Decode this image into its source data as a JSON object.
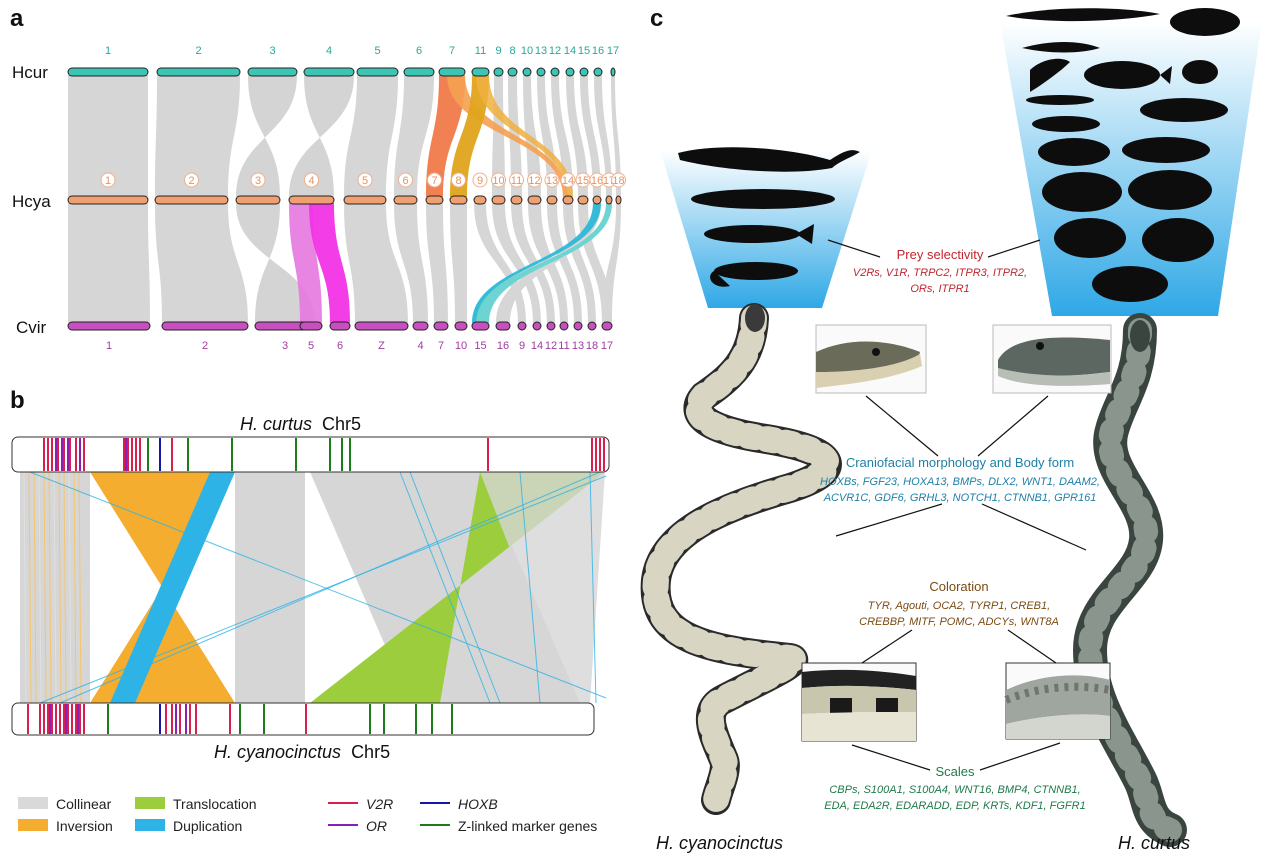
{
  "panel_a": {
    "label": "a",
    "genomes": [
      "Hcur",
      "Hcya",
      "Cvir"
    ],
    "hcur_chroms": [
      "1",
      "2",
      "3",
      "4",
      "5",
      "6",
      "7",
      "11",
      "9",
      "8",
      "10",
      "13",
      "12",
      "14",
      "15",
      "16",
      "17"
    ],
    "hcya_chroms": [
      "1",
      "2",
      "3",
      "4",
      "5",
      "6",
      "7",
      "8",
      "9",
      "10",
      "11",
      "12",
      "13",
      "14",
      "15",
      "16",
      "17",
      "18"
    ],
    "cvir_chroms": [
      "1",
      "2",
      "3",
      "5",
      "6",
      "Z",
      "4",
      "7",
      "10",
      "15",
      "16",
      "9",
      "14",
      "12",
      "11",
      "13",
      "18",
      "17"
    ]
  },
  "panel_b": {
    "label": "b",
    "top_title_species": "H. curtus",
    "top_title_chr": "Chr5",
    "bottom_title_species": "H. cyanocinctus",
    "bottom_title_chr": "Chr5",
    "legend": [
      {
        "label": "Collinear",
        "color": "#d9d9d9",
        "italic": false
      },
      {
        "label": "Inversion",
        "color": "#f5ad2f",
        "italic": false
      },
      {
        "label": "Translocation",
        "color": "#9ccd3c",
        "italic": false
      },
      {
        "label": "Duplication",
        "color": "#2eb3e6",
        "italic": false
      },
      {
        "label": "V2R",
        "color": "#d81f4e",
        "italic": true
      },
      {
        "label": "OR",
        "color": "#8a1fb5",
        "italic": true
      },
      {
        "label": "HOXB",
        "color": "#1616a8",
        "italic": true
      },
      {
        "label": "Z-linked marker genes",
        "color": "#1a7d1a",
        "italic": false
      }
    ]
  },
  "panel_c": {
    "label": "c",
    "prey": {
      "title": "Prey selectivity",
      "genes": [
        "V2Rs, V1R, TRPC2, ITPR3, ITPR2,",
        "ORs, ITPR1"
      ],
      "color": "#c0262e"
    },
    "cranio": {
      "title": "Craniofacial morphology and Body form",
      "genes": [
        "HOXBs, FGF23, HOXA13, BMPs, DLX2, WNT1, DAAM2,",
        "ACVR1C, GDF6, GRHL3, NOTCH1, CTNNB1, GPR161"
      ],
      "color": "#1f7fa6"
    },
    "color_cat": {
      "title": "Coloration",
      "genes": [
        "TYR, Agouti, OCA2, TYRP1, CREB1,",
        "CREBBP, MITF, POMC, ADCYs, WNT8A"
      ],
      "color": "#7a4b12"
    },
    "scales": {
      "title": "Scales",
      "genes": [
        "CBPs, S100A1, S100A4, WNT16, BMP4, CTNNB1,",
        "EDA, EDA2R, EDARADD, EDP, KRTs, KDF1, FGFR1"
      ],
      "color": "#1f7a4a"
    },
    "left_species": "H. cyanocinctus",
    "right_species": "H. curtus"
  },
  "colors": {
    "hcur": "#3cc5b4",
    "hcya": "#f0a070",
    "cvir": "#c84fc0",
    "collinear": "#d6d6d6"
  }
}
